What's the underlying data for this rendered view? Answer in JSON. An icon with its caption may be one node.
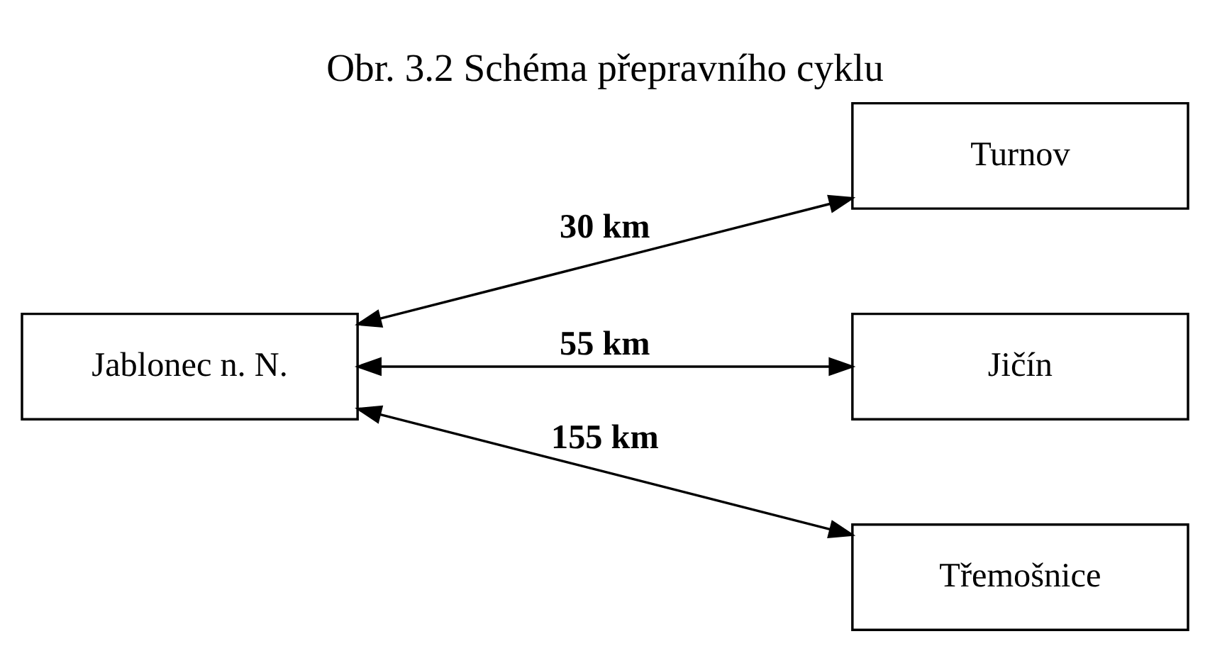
{
  "diagram": {
    "title": "Obr. 3.2 Schéma přepravního cyklu",
    "nodes": [
      {
        "text": [
          "Jablonec n. N."
        ]
      },
      {
        "text": [
          "Turnov"
        ]
      },
      {
        "text": [
          "Jičín"
        ]
      },
      {
        "text": [
          "Třemošnice"
        ]
      }
    ],
    "edges": [
      {
        "from": 0,
        "to": 1,
        "arrow": "both",
        "label": "30 km"
      },
      {
        "from": 0,
        "to": 2,
        "arrow": "both",
        "label": "55 km"
      },
      {
        "from": 0,
        "to": 3,
        "arrow": "both",
        "label": "155 km"
      }
    ]
  }
}
